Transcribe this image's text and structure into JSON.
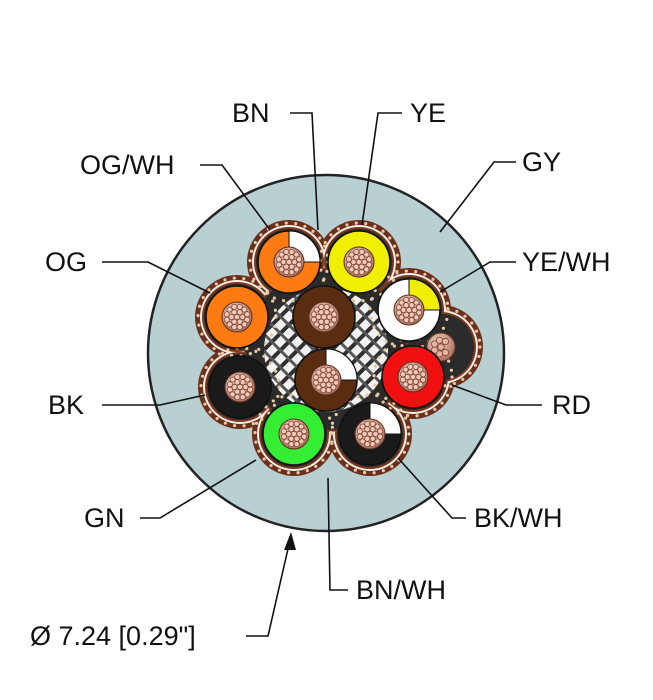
{
  "diagram": {
    "labels": {
      "bn": "BN",
      "ye": "YE",
      "og_wh": "OG/WH",
      "gy": "GY",
      "og": "OG",
      "ye_wh": "YE/WH",
      "bk": "BK",
      "rd": "RD",
      "gn": "GN",
      "bk_wh": "BK/WH",
      "bn_wh": "BN/WH",
      "diameter": "Ø 7.24 [0.29\"]"
    },
    "colors": {
      "jacket": "#b9d0d3",
      "braid": "#6b2f1c",
      "filler": "#2b2b2b",
      "brown": "#5a2d10",
      "yellow": "#f2ee00",
      "orange": "#ff7a10",
      "white": "#ffffff",
      "red": "#f01010",
      "black": "#1a1a1a",
      "green": "#33ee33",
      "copper": "#c99080"
    }
  }
}
